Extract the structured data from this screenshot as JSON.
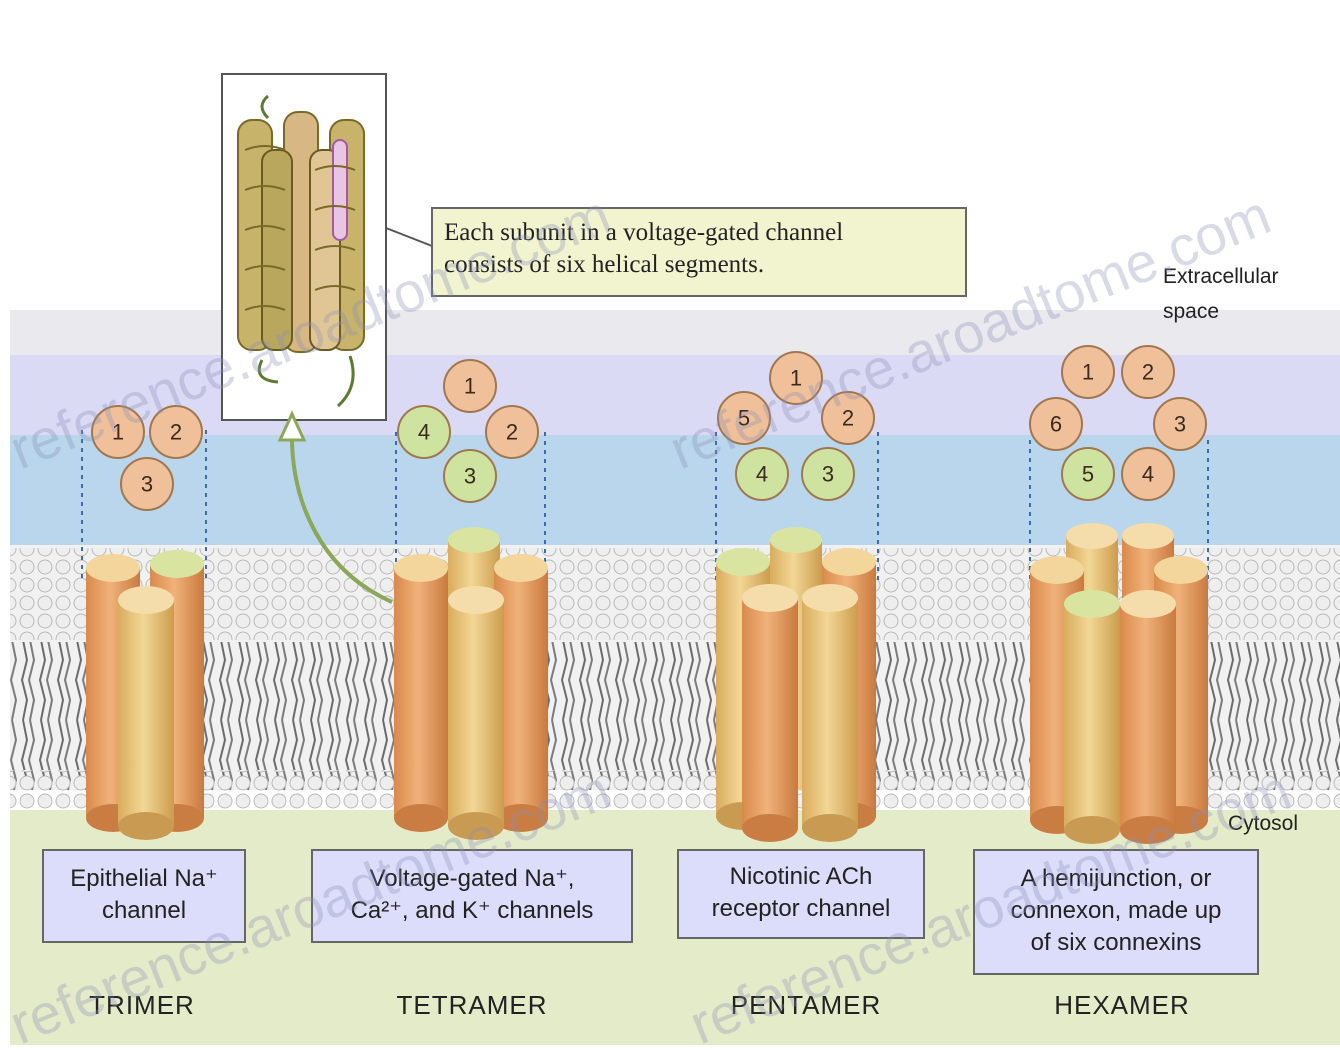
{
  "regions": {
    "extracellular_label": [
      "Extracellular",
      "space"
    ],
    "cytosol_label": "Cytosol"
  },
  "callout": {
    "lines": [
      "Each subunit in a voltage-gated channel",
      "consists of six helical segments."
    ]
  },
  "channels": [
    {
      "id": "trimer",
      "caption": "TRIMER",
      "label_lines": [
        "Epithelial Na⁺",
        "channel"
      ],
      "subunits": [
        "1",
        "2",
        "3"
      ]
    },
    {
      "id": "tetramer",
      "caption": "TETRAMER",
      "label_lines": [
        "Voltage-gated Na⁺,",
        "Ca²⁺, and K⁺ channels"
      ],
      "subunits": [
        "1",
        "2",
        "3",
        "4"
      ]
    },
    {
      "id": "pentamer",
      "caption": "PENTAMER",
      "label_lines": [
        "Nicotinic ACh",
        "receptor channel"
      ],
      "subunits": [
        "1",
        "2",
        "3",
        "4",
        "5"
      ]
    },
    {
      "id": "hexamer",
      "caption": "HEXAMER",
      "label_lines": [
        "A hemijunction, or",
        "connexon, made up",
        "of six connexins"
      ],
      "subunits": [
        "1",
        "2",
        "3",
        "4",
        "5",
        "6"
      ]
    }
  ],
  "watermark": "reference.aroadtome.com",
  "colors": {
    "extracellular": "#ffffff",
    "membrane_top_band": "#dcdcf4",
    "membrane_blue_band": "#b8d8ec",
    "cytosol": "#e4ebc8",
    "label_box_fill": "#dcdcfb",
    "callout_fill": "#f1f4cf",
    "cylinder_orange": "#e8a067",
    "cylinder_tan": "#e4c27e",
    "subunit_fill": "#f0c09a",
    "subunit_green": "#cfe3a0"
  }
}
